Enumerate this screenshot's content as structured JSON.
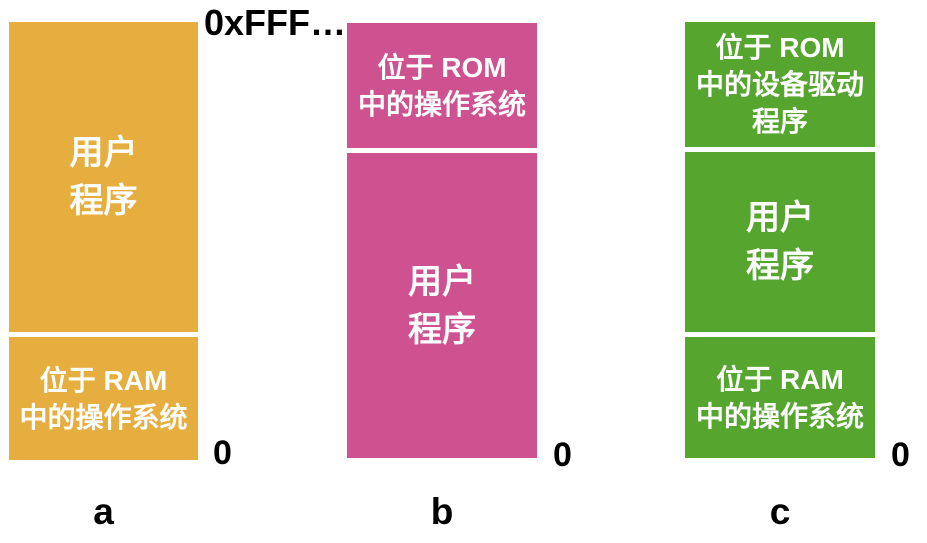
{
  "diagram": {
    "top_address_label": "0xFFF…",
    "colors": {
      "background": "#FFFFFF",
      "block_text": "#FFFFFF",
      "label_text": "#000000",
      "column_a": "#E6AD3F",
      "column_b": "#CE5190",
      "column_c": "#55A52F"
    },
    "columns": [
      {
        "caption": "a",
        "color": "#E6AD3F",
        "zero_label": "0",
        "sections": [
          {
            "name": "user-program",
            "lines": [
              "用户",
              "程序"
            ]
          },
          {
            "name": "os-in-ram",
            "lines": [
              "位于 RAM",
              "中的操作系统"
            ]
          }
        ]
      },
      {
        "caption": "b",
        "color": "#CE5190",
        "zero_label": "0",
        "sections": [
          {
            "name": "os-in-rom",
            "lines": [
              "位于 ROM",
              "中的操作系统"
            ]
          },
          {
            "name": "user-program",
            "lines": [
              "用户",
              "程序"
            ]
          }
        ]
      },
      {
        "caption": "c",
        "color": "#55A52F",
        "zero_label": "0",
        "sections": [
          {
            "name": "device-drivers-in-rom",
            "lines": [
              "位于 ROM",
              "中的设备驱动",
              "程序"
            ]
          },
          {
            "name": "user-program",
            "lines": [
              "用户",
              "程序"
            ]
          },
          {
            "name": "os-in-ram",
            "lines": [
              "位于 RAM",
              "中的操作系统"
            ]
          }
        ]
      }
    ]
  }
}
